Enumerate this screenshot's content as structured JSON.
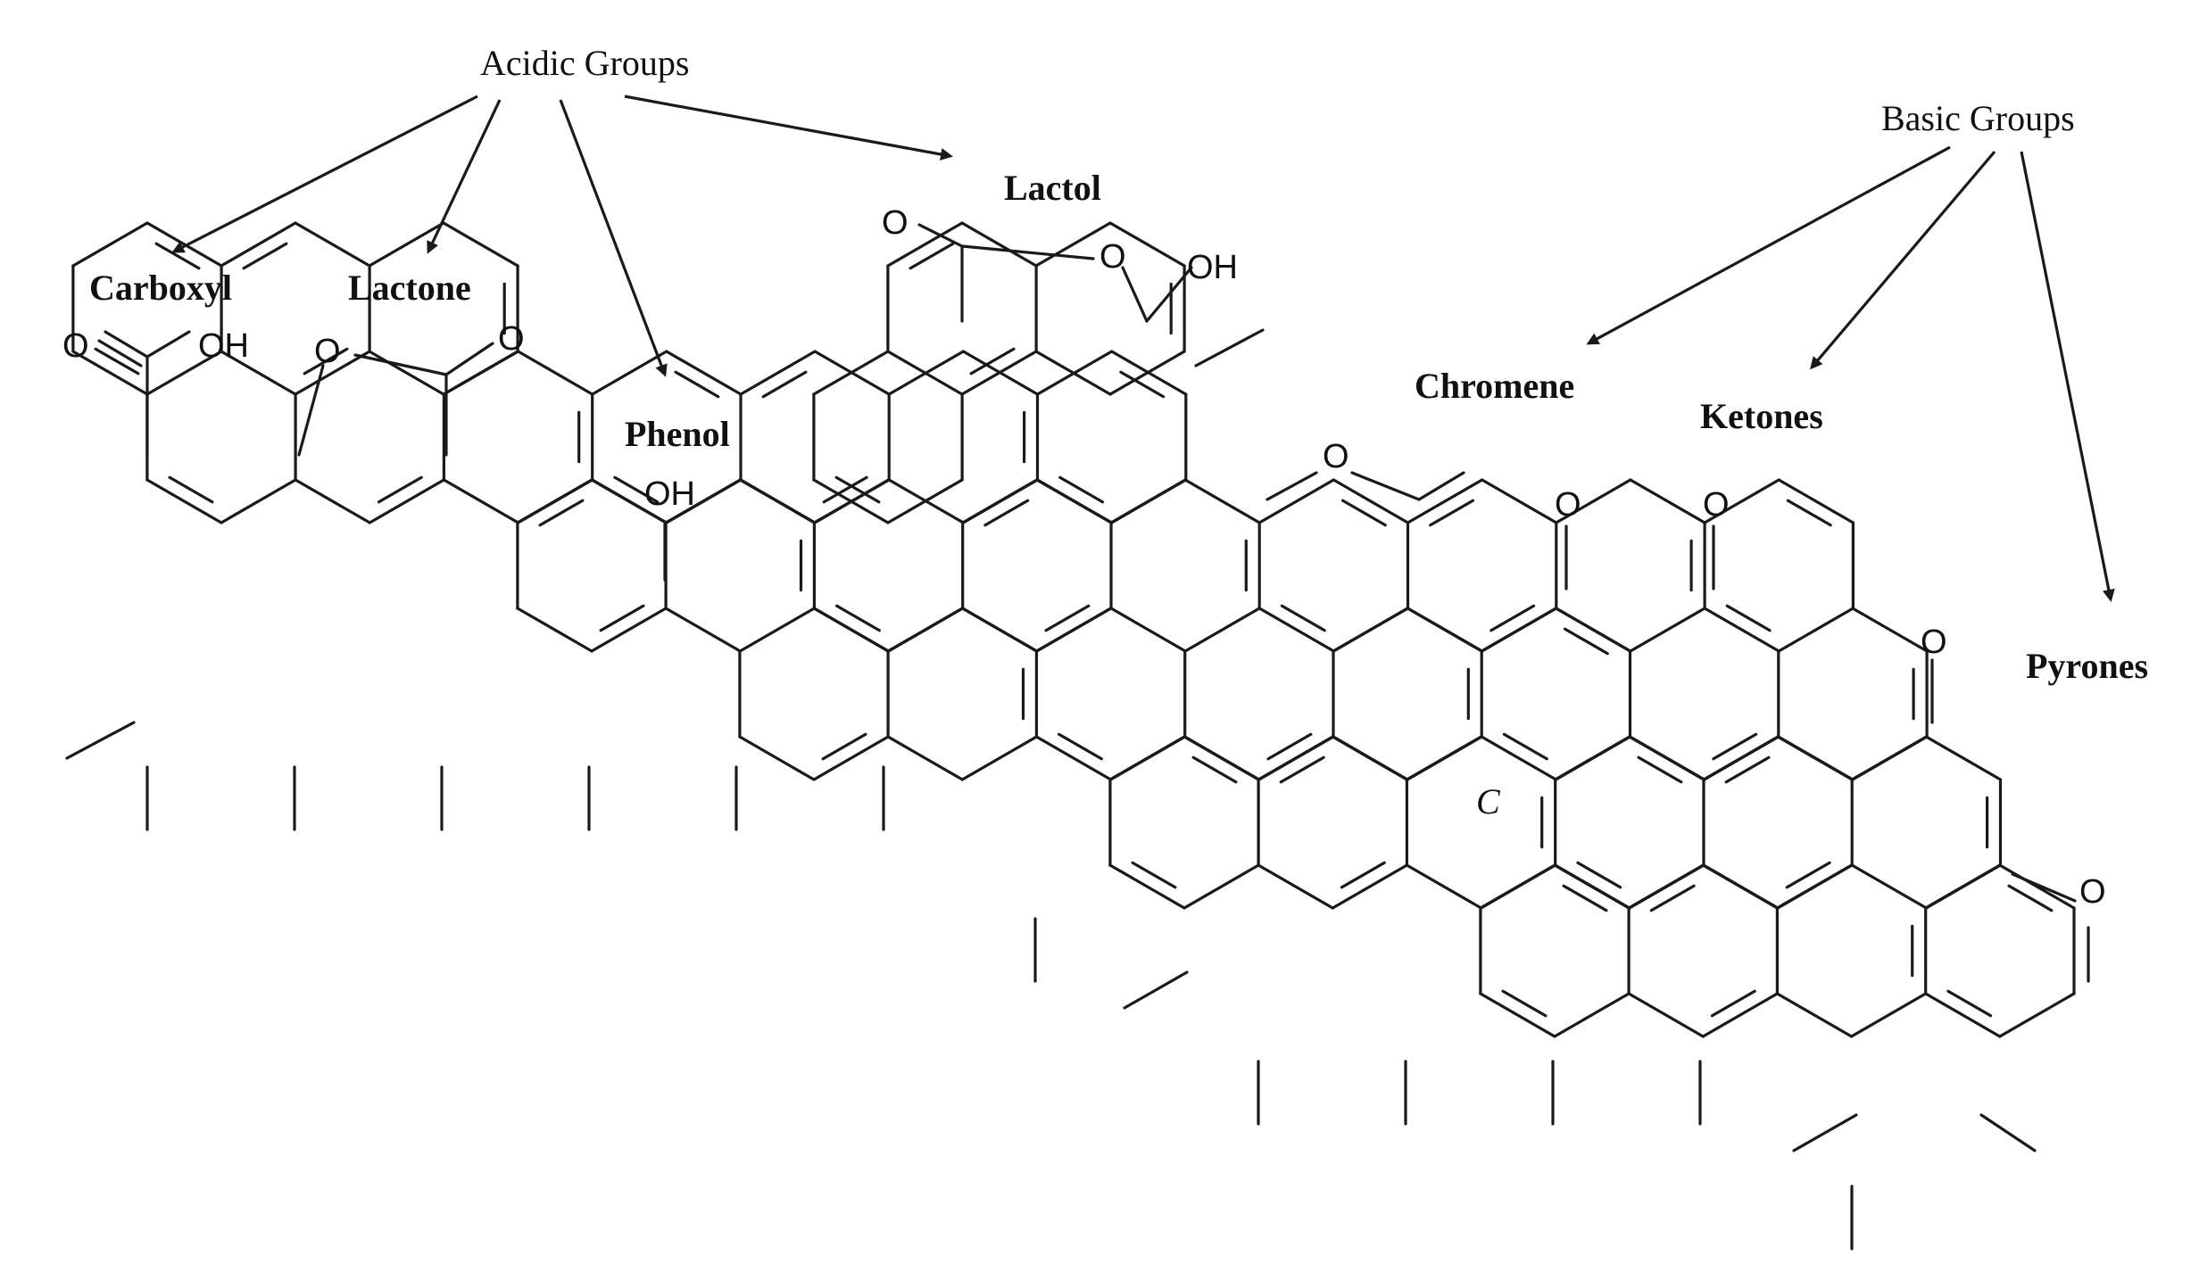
{
  "categories": {
    "acidic": "Acidic Groups",
    "basic": "Basic Groups"
  },
  "groups": {
    "carboxyl": "Carboxyl",
    "lactone": "Lactone",
    "phenol": "Phenol",
    "lactol": "Lactol",
    "chromene": "Chromene",
    "ketones": "Ketones",
    "pyrones": "Pyrones"
  },
  "atoms": {
    "oxygen": "O",
    "hydroxyl": "OH",
    "carbon": "C"
  }
}
